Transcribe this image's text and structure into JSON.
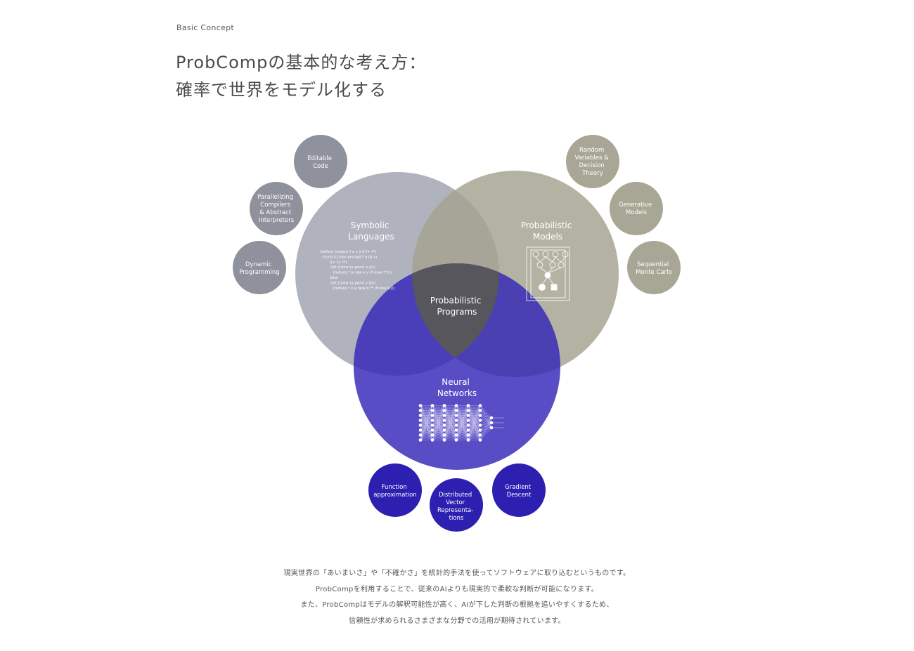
{
  "header": {
    "eyebrow": "Basic Concept",
    "title_line1": "ProbCompの基本的な考え方：",
    "title_line2": "確率で世界をモデル化する"
  },
  "diagram": {
    "colors": {
      "symbolic": "#9a9cab",
      "probabilistic": "#a3a28f",
      "neural": "#3326b8",
      "center": "#56565c",
      "satellite_gray": "#8f919c",
      "satellite_khaki": "#a8a796",
      "satellite_blue": "#2d1fb0"
    },
    "circles": {
      "symbolic": {
        "line1": "Symbolic",
        "line2": "Languages"
      },
      "probabilistic": {
        "line1": "Probabilistic",
        "line2": "Models"
      },
      "neural": {
        "line1": "Neural",
        "line2": "Networks"
      },
      "center": {
        "line1": "Probabilistic",
        "line2": "Programs"
      }
    },
    "code_snippet": [
      "(define (reduce f a x y b f+ f*)",
      "  (cond ((close-enough? a b) x)",
      "        ((+ f+ f*)",
      "         (let ((new (x-point a y)))",
      "           (reduce f a new x y (f new) f*)))",
      "        (else",
      "         (let ((new (x-point x b)))",
      "           (reduce f x y new b f* (f new))))))"
    ],
    "satellites": {
      "editable_code": [
        "Editable",
        "Code"
      ],
      "parallelizing": [
        "Parallelizing",
        "Compilers",
        "& Abstract",
        "Interpreters"
      ],
      "dynamic_programming": [
        "Dynamic",
        "Programming"
      ],
      "random_variables": [
        "Random",
        "Variables &",
        "Decision",
        "Theory"
      ],
      "generative_models": [
        "Generative",
        "Models"
      ],
      "sequential_monte_carlo": [
        "Sequential",
        "Monte Carlo"
      ],
      "function_approximation": [
        "Function",
        "approximation"
      ],
      "distributed_vector": [
        "Distributed",
        "Vector",
        "Representa-",
        "tions"
      ],
      "gradient_descent": [
        "Gradient",
        "Descent"
      ]
    }
  },
  "description": {
    "line1": "現実世界の「あいまいさ」や「不確かさ」を統計的手法を使ってソフトウェアに取り込むというものです。",
    "line2": "ProbCompを利用することで、従来のAIよりも現実的で柔軟な判断が可能になります。",
    "line3": "また、ProbCompはモデルの解釈可能性が高く、AIが下した判断の根拠を追いやすくするため、",
    "line4": "信頼性が求められるさまざまな分野での活用が期待されています。"
  }
}
